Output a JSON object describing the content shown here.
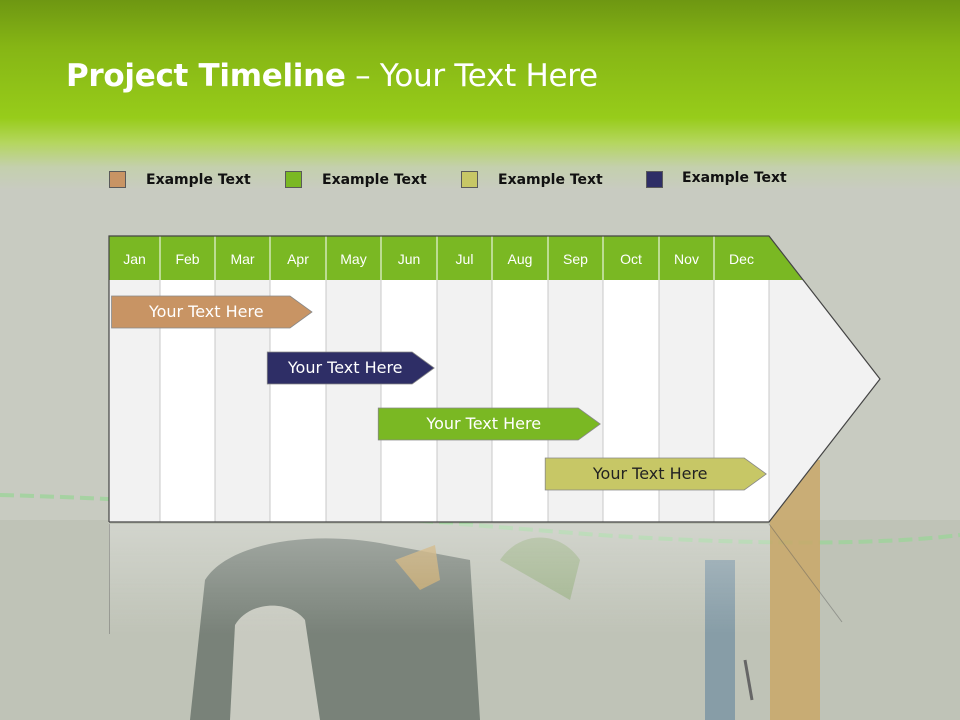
{
  "slide": {
    "title_bold": "Project Timeline",
    "title_rest": " – Your Text Here"
  },
  "legend": [
    {
      "label": "Example Text",
      "color": "#c89464"
    },
    {
      "label": "Example Text",
      "color": "#7ab823"
    },
    {
      "label": "Example Text",
      "color": "#c7c766"
    },
    {
      "label": "Example Text",
      "color": "#2e2e66"
    }
  ],
  "timeline": {
    "months": [
      "Jan",
      "Feb",
      "Mar",
      "Apr",
      "May",
      "Jun",
      "Jul",
      "Aug",
      "Sep",
      "Oct",
      "Nov",
      "Dec"
    ],
    "header_color": "#7ab823",
    "tasks": [
      {
        "label": "Your  Text Here",
        "start_month": 0.05,
        "end_month": 3.75,
        "color": "#c89464",
        "text_color": "#ffffff"
      },
      {
        "label": "Your  Text Here",
        "start_month": 2.95,
        "end_month": 5.95,
        "color": "#2e2e66",
        "text_color": "#ffffff"
      },
      {
        "label": "Your  Text Here",
        "start_month": 4.95,
        "end_month": 8.95,
        "color": "#7ab823",
        "text_color": "#ffffff"
      },
      {
        "label": "Your  Text Here",
        "start_month": 7.95,
        "end_month": 11.95,
        "color": "#c7c766",
        "text_color": "#222222"
      }
    ]
  }
}
